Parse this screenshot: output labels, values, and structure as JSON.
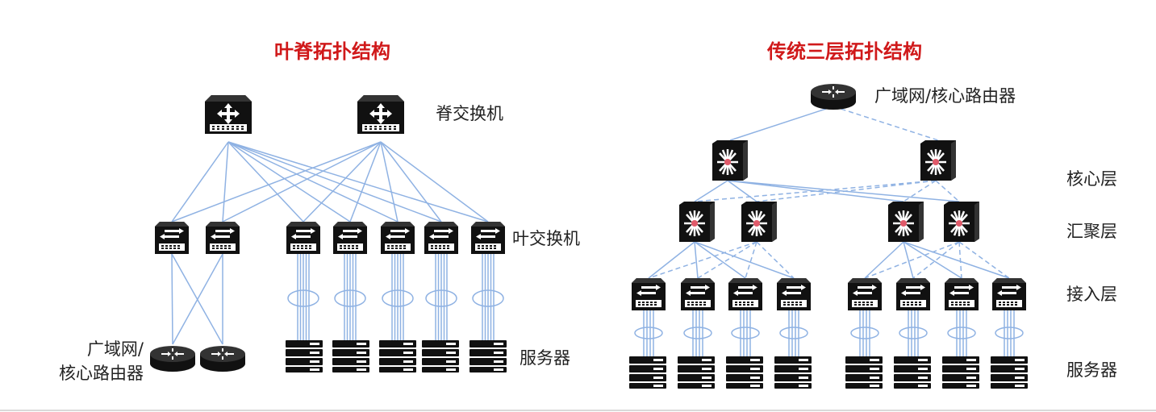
{
  "colors": {
    "title": "#d0191a",
    "link": "#8fb2e3",
    "device": "#111111",
    "bottom_border": "#d9d9d9"
  },
  "leaf_spine": {
    "title": "叶脊拓扑结构",
    "spine_label": "脊交换机",
    "leaf_label": "叶交换机",
    "router_label_line1": "广域网/",
    "router_label_line2": "核心路由器",
    "server_label": "服务器"
  },
  "three_tier": {
    "title": "传统三层拓扑结构",
    "router_label": "广域网/核心路由器",
    "core_label": "核心层",
    "aggregation_label": "汇聚层",
    "access_label": "接入层",
    "server_label": "服务器"
  },
  "icons": {
    "spine_switch": "spine-switch-icon",
    "leaf_switch": "leaf-switch-icon",
    "router": "router-icon",
    "core_switch": "core-switch-icon",
    "server": "server-rack-icon"
  }
}
